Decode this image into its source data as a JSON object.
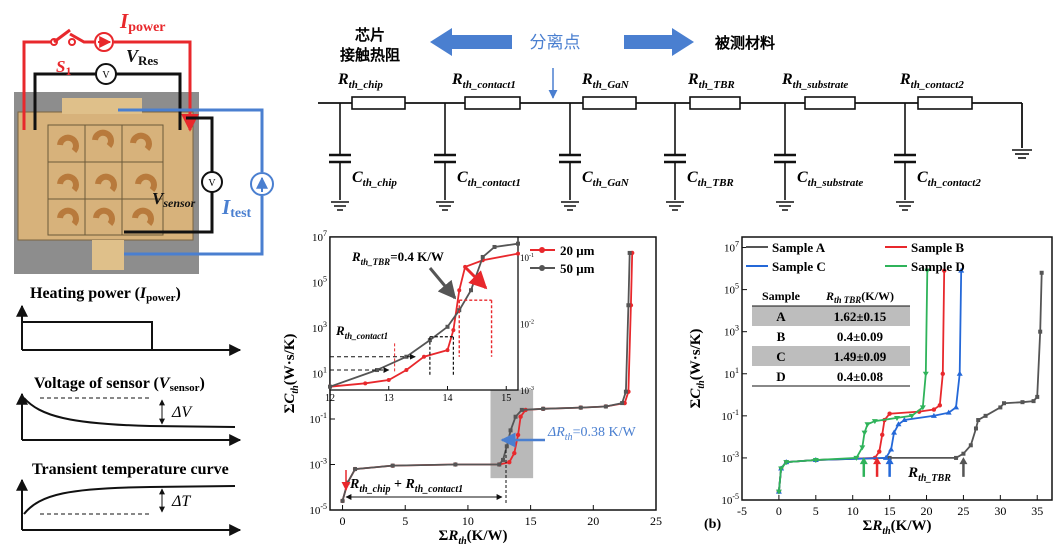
{
  "colors": {
    "red": "#e8282c",
    "blue": "#4a7fd0",
    "black": "#111111",
    "gray": "#555555",
    "green": "#2fb35a",
    "shade": "#bdbdbd",
    "chip_bg": "#8a8a8a",
    "chip_die": "#d9b27a",
    "chip_arc": "#c98a4a"
  },
  "circuit": {
    "i_power": "I",
    "i_power_sub": "power",
    "s1": "S",
    "s1_sub": "1",
    "v_res": "V",
    "v_res_sub": "Res",
    "v_sensor": "V",
    "v_sensor_sub": "sensor",
    "i_test": "I",
    "i_test_sub": "test",
    "meter": "V"
  },
  "waveforms": [
    {
      "title": "Heating power (",
      "sym": "I",
      "sub": "power",
      "close": ")"
    },
    {
      "title": "Voltage of sensor (",
      "sym": "V",
      "sub": "sensor",
      "close": ")",
      "delta": "ΔV"
    },
    {
      "title": "Transient temperature curve",
      "delta": "ΔT"
    }
  ],
  "ladder": {
    "left_label": "芯片\n接触热阻",
    "split_label": "分离点",
    "right_label": "被测材料",
    "resistors": [
      "R_th_chip",
      "R_th_contact1",
      "R_th_GaN",
      "R_th_TBR",
      "R_th_substrate",
      "R_th_contact2"
    ],
    "r_main": "R",
    "r_subs": [
      "th_chip",
      "th_contact1",
      "th_GaN",
      "th_TBR",
      "th_substrate",
      "th_contact2"
    ],
    "c_main": "C",
    "c_subs": [
      "th_chip",
      "th_contact1",
      "th_GaN",
      "th_TBR",
      "th_substrate",
      "th_contact2"
    ]
  },
  "chart_data": [
    {
      "type": "line",
      "xlabel": "ΣR_th(K/W)",
      "ylabel": "ΣC_th(W·s/K)",
      "xlim": [
        -1,
        25
      ],
      "ylim_log10": [
        -5,
        7
      ],
      "xticks": [
        "0",
        "5",
        "10",
        "15",
        "20",
        "25"
      ],
      "yticks": [
        "10^-5",
        "10^-3",
        "10^-1",
        "10^1",
        "10^3",
        "10^5",
        "10^7"
      ],
      "series": [
        {
          "name": "20 μm",
          "color": "#e8282c",
          "points": [
            [
              0,
              -4.6
            ],
            [
              0.4,
              -3.8
            ],
            [
              1,
              -3.2
            ],
            [
              4,
              -3.05
            ],
            [
              9,
              -3
            ],
            [
              12.5,
              -3
            ],
            [
              13.3,
              -2.9
            ],
            [
              13.7,
              -2.5
            ],
            [
              14,
              -1.7
            ],
            [
              14.2,
              -0.9
            ],
            [
              14.6,
              -0.6
            ],
            [
              16,
              -0.55
            ],
            [
              19,
              -0.5
            ],
            [
              21,
              -0.45
            ],
            [
              22.5,
              -0.3
            ],
            [
              22.8,
              0.2
            ],
            [
              23,
              4
            ],
            [
              23.1,
              6.3
            ]
          ]
        },
        {
          "name": "50 μm",
          "color": "#555555",
          "points": [
            [
              0,
              -4.6
            ],
            [
              0.4,
              -3.8
            ],
            [
              1,
              -3.2
            ],
            [
              4,
              -3.05
            ],
            [
              9,
              -3
            ],
            [
              12.5,
              -3
            ],
            [
              12.8,
              -2.8
            ],
            [
              13.1,
              -2.2
            ],
            [
              13.4,
              -1.5
            ],
            [
              13.8,
              -0.9
            ],
            [
              14.3,
              -0.6
            ],
            [
              16,
              -0.55
            ],
            [
              19,
              -0.5
            ],
            [
              21,
              -0.45
            ],
            [
              22.3,
              -0.3
            ],
            [
              22.6,
              0.2
            ],
            [
              22.8,
              4
            ],
            [
              22.9,
              6.3
            ]
          ]
        }
      ],
      "annotations": {
        "delta_r": "ΔR_th=0.38 K/W",
        "sum": "R_th_chip + R_th_contact1"
      },
      "inset": {
        "xticks": [
          "12",
          "13",
          "14",
          "15"
        ],
        "yticks": [
          "10^-3",
          "10^-2",
          "10^-1"
        ],
        "label_tbr": "R_th_TBR=0.4 K/W",
        "label_contact": "R_th_contact1"
      }
    },
    {
      "type": "line",
      "xlabel": "ΣR_th(K/W)",
      "ylabel": "ΣC_th(W·s/K)",
      "xlim": [
        -5,
        37
      ],
      "ylim_log10": [
        -5,
        7.5
      ],
      "xticks": [
        "-5",
        "0",
        "5",
        "10",
        "15",
        "20",
        "25",
        "30",
        "35"
      ],
      "yticks": [
        "10^-5",
        "10^-3",
        "10^-1",
        "10^1",
        "10^3",
        "10^5",
        "10^7"
      ],
      "panel": "(b)",
      "annotation": "R_th_TBR",
      "series": [
        {
          "name": "Sample A",
          "color": "#555555",
          "marker": "square",
          "points": [
            [
              0,
              -4.6
            ],
            [
              0.3,
              -3.5
            ],
            [
              1,
              -3.2
            ],
            [
              5,
              -3.1
            ],
            [
              15,
              -3
            ],
            [
              24,
              -3
            ],
            [
              25,
              -2.8
            ],
            [
              26,
              -2.4
            ],
            [
              26.7,
              -1.6
            ],
            [
              27,
              -1.2
            ],
            [
              28,
              -1
            ],
            [
              30,
              -0.6
            ],
            [
              30.5,
              -0.4
            ],
            [
              33,
              -0.35
            ],
            [
              34.5,
              -0.3
            ],
            [
              35,
              -0.1
            ],
            [
              35.4,
              3
            ],
            [
              35.6,
              5.8
            ]
          ]
        },
        {
          "name": "Sample B",
          "color": "#e8282c",
          "marker": "circle",
          "points": [
            [
              0,
              -4.6
            ],
            [
              0.3,
              -3.5
            ],
            [
              1,
              -3.2
            ],
            [
              5,
              -3.1
            ],
            [
              13,
              -3
            ],
            [
              13.6,
              -2.7
            ],
            [
              14,
              -1.9
            ],
            [
              14.3,
              -1.2
            ],
            [
              15,
              -0.9
            ],
            [
              19,
              -0.8
            ],
            [
              21,
              -0.7
            ],
            [
              21.8,
              -0.5
            ],
            [
              22.2,
              1
            ],
            [
              22.4,
              5.9
            ]
          ]
        },
        {
          "name": "Sample C",
          "color": "#2468d8",
          "marker": "triangle",
          "points": [
            [
              0,
              -4.6
            ],
            [
              0.3,
              -3.5
            ],
            [
              1,
              -3.2
            ],
            [
              5,
              -3.1
            ],
            [
              14.5,
              -3
            ],
            [
              15.2,
              -2.6
            ],
            [
              15.6,
              -1.8
            ],
            [
              16.2,
              -1.4
            ],
            [
              17,
              -1.2
            ],
            [
              21,
              -1
            ],
            [
              23,
              -0.85
            ],
            [
              24,
              -0.6
            ],
            [
              24.5,
              1
            ],
            [
              24.7,
              5.9
            ]
          ]
        },
        {
          "name": "Sample D",
          "color": "#2fb35a",
          "marker": "triangle-down",
          "points": [
            [
              0,
              -4.6
            ],
            [
              0.3,
              -3.5
            ],
            [
              1,
              -3.2
            ],
            [
              5,
              -3.1
            ],
            [
              10.5,
              -3
            ],
            [
              11.3,
              -2.5
            ],
            [
              11.6,
              -1.8
            ],
            [
              12,
              -1.4
            ],
            [
              13,
              -1.25
            ],
            [
              16,
              -1.1
            ],
            [
              18,
              -1
            ],
            [
              19.5,
              -0.6
            ],
            [
              19.9,
              1
            ],
            [
              20.1,
              5.9
            ]
          ]
        }
      ],
      "table": {
        "header": [
          "Sample",
          "R_th TBR(K/W)"
        ],
        "rows": [
          [
            "A",
            "1.62±0.15"
          ],
          [
            "B",
            "0.4±0.09"
          ],
          [
            "C",
            "1.49±0.09"
          ],
          [
            "D",
            "0.4±0.08"
          ]
        ]
      }
    }
  ]
}
